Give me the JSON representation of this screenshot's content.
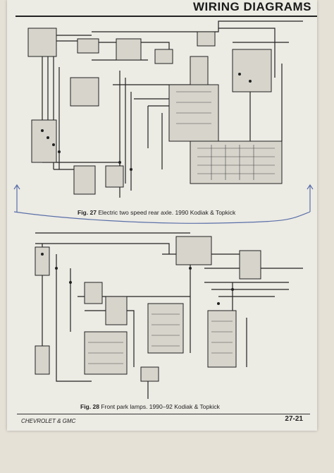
{
  "header": {
    "title": "WIRING DIAGRAMS"
  },
  "figures": [
    {
      "number": "Fig. 27",
      "caption": "Electric two speed rear axle. 1990 Kodiak & Topkick"
    },
    {
      "number": "Fig. 28",
      "caption": "Front park lamps. 1990–92 Kodiak & Topkick"
    }
  ],
  "footer": {
    "brand": "CHEVROLET & GMC",
    "page": "27-21"
  },
  "colors": {
    "paper": "#ecebe4",
    "ink": "#222222",
    "pen": "#5a6fa8"
  }
}
